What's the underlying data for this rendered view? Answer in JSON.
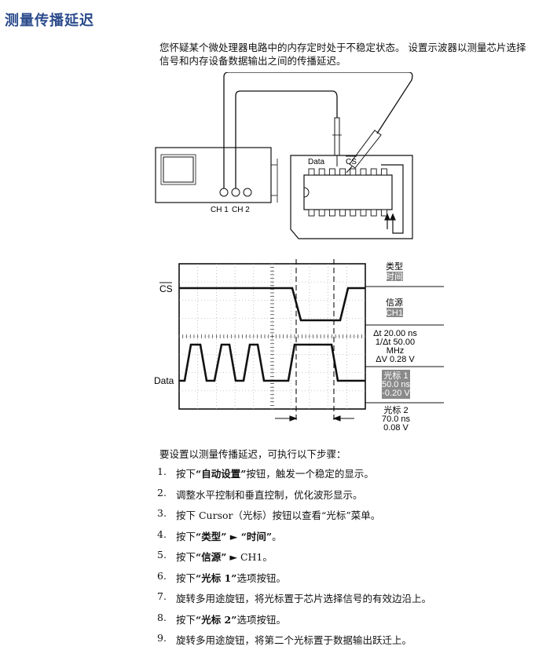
{
  "title": "测量传播延迟",
  "intro": "您怀疑某个微处理器电路中的内存定时处于不稳定状态。 设置示波器以测量芯片选择信号和内存设备数据输出之间的传播延迟。",
  "setup": {
    "ch1": "CH 1",
    "ch2": "CH 2",
    "data": "Data",
    "cs": "CS"
  },
  "screen": {
    "cs_label": "CS",
    "data_label": "Data",
    "menu": {
      "type_title": "类型",
      "type_value": "时间",
      "source_title": "信源",
      "source_value": "CH1",
      "delta_t": "Δt 20.00 ns",
      "inv_delta_t": "1/Δt 50.00",
      "inv_unit": "MHz",
      "delta_v": "ΔV 0.28 V",
      "c1_title": "光标 1",
      "c1_time": "50.0 ns",
      "c1_volt": "-0.20 V",
      "c2_title": "光标 2",
      "c2_time": "70.0 ns",
      "c2_volt": "0.08 V"
    }
  },
  "steps_intro": "要设置以测量传播延迟，可执行以下步骤：",
  "steps": [
    {
      "num": "1.",
      "a": "按下",
      "b": "“自动设置”",
      "c": "按钮，触发一个稳定的显示。"
    },
    {
      "num": "2.",
      "a": "调整水平控制和垂直控制，优化波形显示。",
      "b": "",
      "c": ""
    },
    {
      "num": "3.",
      "a": "按下 Cursor（光标）按钮以查看“光标”菜单。",
      "b": "",
      "c": ""
    },
    {
      "num": "4.",
      "a": "按下",
      "b": "“类型” ► “时间”",
      "c": "。"
    },
    {
      "num": "5.",
      "a": "按下",
      "b": "“信源”",
      "c": " ► CH1。"
    },
    {
      "num": "6.",
      "a": "按下",
      "b": "“光标 1”",
      "c": "选项按钮。"
    },
    {
      "num": "7.",
      "a": "旋转多用途旋钮，将光标置于芯片选择信号的有效边沿上。",
      "b": "",
      "c": ""
    },
    {
      "num": "8.",
      "a": "按下",
      "b": "“光标 2”",
      "c": "选项按钮。"
    },
    {
      "num": "9.",
      "a": "旋转多用途旋钮，将第二个光标置于数据输出跃迁上。",
      "b": "",
      "c": ""
    }
  ]
}
